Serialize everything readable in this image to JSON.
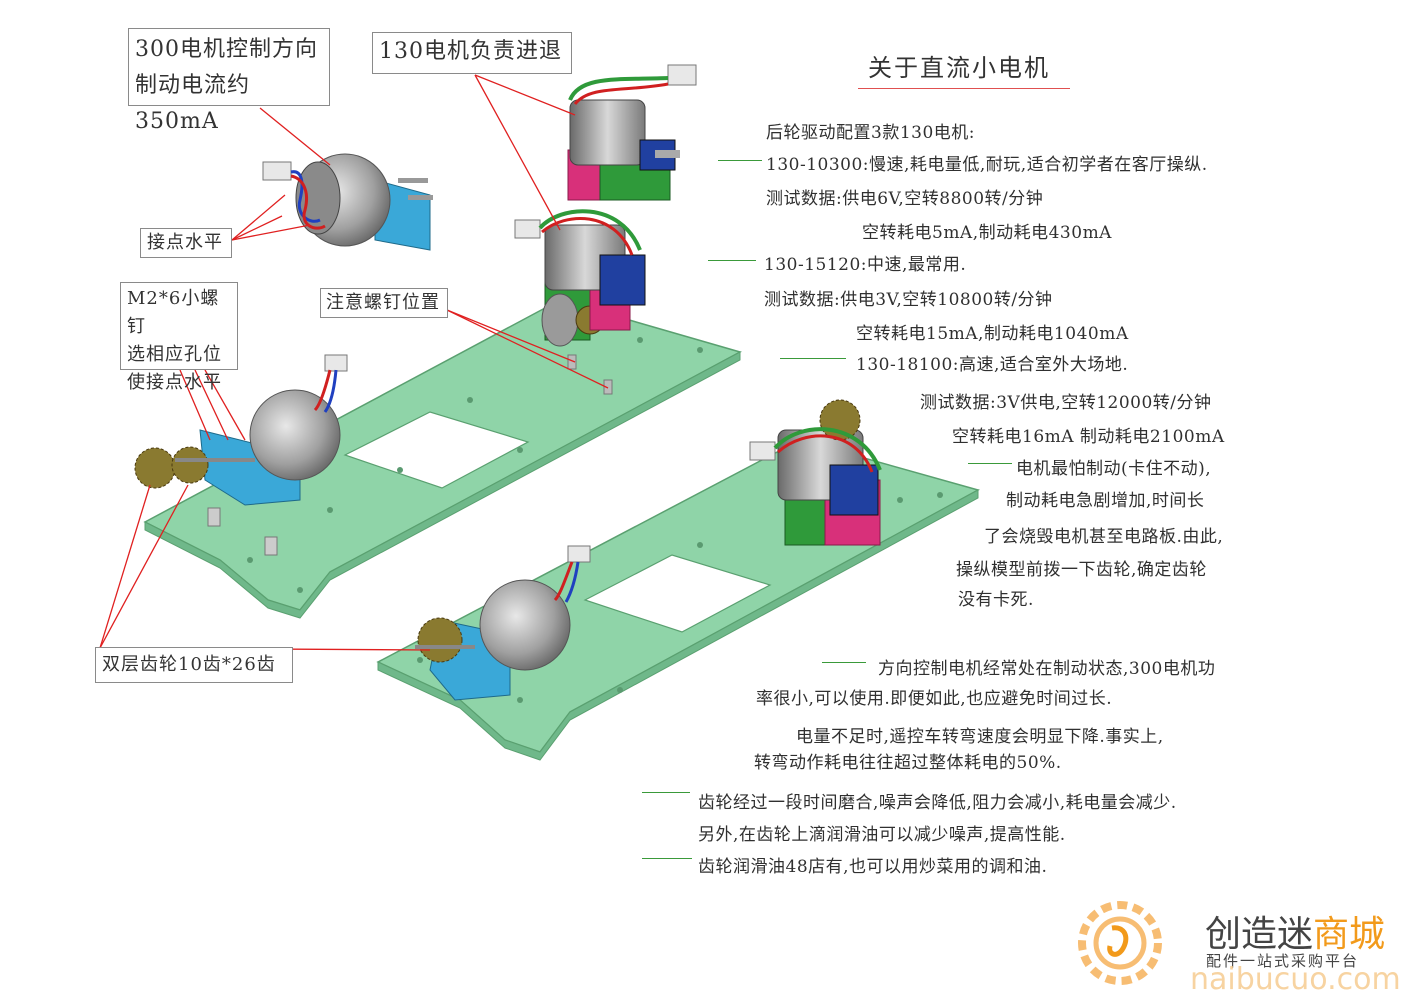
{
  "title": "关于直流小电机",
  "labels": {
    "motor300": [
      "300电机控制方向",
      "制动电流约350mA"
    ],
    "motor130": "130电机负责进退",
    "contact": "接点水平",
    "screw": [
      "M2*6小螺钉",
      "选相应孔位",
      "使接点水平"
    ],
    "screw_pos": "注意螺钉位置",
    "gear": "双层齿轮10齿*26齿"
  },
  "notes": [
    "后轮驱动配置3款130电机:",
    "130-10300:慢速,耗电量低,耐玩,适合初学者在客厅操纵.",
    "测试数据:供电6V,空转8800转/分钟",
    "空转耗电5mA,制动耗电430mA",
    "130-15120:中速,最常用.",
    "测试数据:供电3V,空转10800转/分钟",
    "空转耗电15mA,制动耗电1040mA",
    "130-18100:高速,适合室外大场地.",
    "测试数据:3V供电,空转12000转/分钟",
    "空转耗电16mA 制动耗电2100mA",
    "电机最怕制动(卡住不动),",
    "制动耗电急剧增加,时间长",
    "了会烧毁电机甚至电路板.由此,",
    "操纵模型前拨一下齿轮,确定齿轮",
    "没有卡死.",
    "方向控制电机经常处在制动状态,300电机功",
    "率很小,可以使用.即便如此,也应避免时间过长.",
    "电量不足时,遥控车转弯速度会明显下降.事实上,",
    "转弯动作耗电往往超过整体耗电的50%.",
    "齿轮经过一段时间磨合,噪声会降低,阻力会减小,耗电量会减少.",
    "另外,在齿轮上滴润滑油可以减少噪声,提高性能.",
    "齿轮润滑油48店有,也可以用炒菜用的调和油."
  ],
  "watermark": {
    "brand_main": "创造迷",
    "brand_accent": "商城",
    "tagline": "配件一站式采购平台",
    "url": "naibucuo.com"
  },
  "colors": {
    "board": "#8fd4a8",
    "board_edge": "#5aa070",
    "motor": "#9a9a9a",
    "mount_blue": "#3aa8d8",
    "mount_pink": "#d8307a",
    "mount_green": "#2f9a3a",
    "gear": "#8a7a30",
    "leader": "#e02020",
    "note_line": "#3a9a3a"
  }
}
